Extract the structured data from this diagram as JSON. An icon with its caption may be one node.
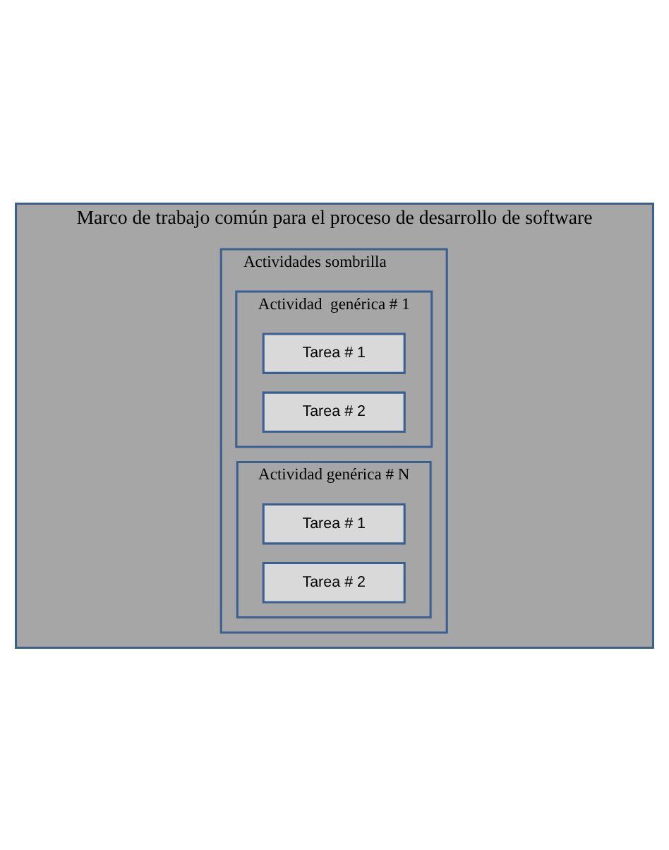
{
  "diagram": {
    "nodes": [
      {
        "text": [
          "Marco de trabajo común para el proceso de desarrollo de software"
        ]
      },
      {
        "text": [
          "Actividades sombrilla"
        ],
        "in": 0
      },
      {
        "text": [
          "Actividad  genérica # 1"
        ],
        "in": 1
      },
      {
        "text": [
          "Tarea # 1"
        ],
        "in": 2
      },
      {
        "text": [
          "Tarea # 2"
        ],
        "in": 2
      },
      {
        "text": [
          "Actividad genérica # N"
        ],
        "in": 1
      },
      {
        "text": [
          "Tarea # 1"
        ],
        "in": 5
      },
      {
        "text": [
          "Tarea # 2"
        ],
        "in": 5
      }
    ],
    "edges": []
  }
}
